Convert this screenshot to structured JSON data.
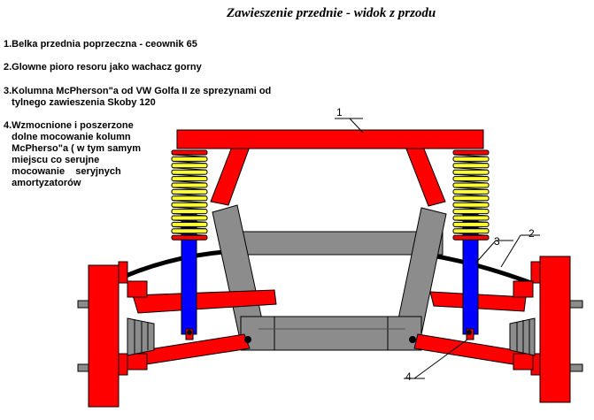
{
  "title": "Zawieszenie przednie - widok z przodu",
  "legend": [
    {
      "lines": [
        "1.Belka przednia poprzeczna - ceownik 65"
      ]
    },
    {
      "lines": [
        "2.Glowne pioro resoru jako wachacz gorny"
      ]
    },
    {
      "lines": [
        "3.Kolumna McPherson\"a od VW Golfa II ze sprezynami od",
        "   tylnego zawieszenia Skoby 120"
      ]
    },
    {
      "lines": [
        "4.Wzmocnione i poszerzone",
        "   dolne mocowanie kolumn",
        "   McPherso\"a ( w tym samym",
        "   miejscu co serujne",
        "   mocowanie    seryjnych",
        "   amortyzatorów"
      ]
    }
  ],
  "callouts": {
    "c1": "1",
    "c2": "2",
    "c3": "3",
    "c4": "4"
  },
  "colors": {
    "frame": "#ff0000",
    "gray": "#8c8c8c",
    "strut": "#0000ff",
    "spring_yellow": "#ffff33",
    "spring_red": "#ff0000",
    "outline": "#000000"
  }
}
